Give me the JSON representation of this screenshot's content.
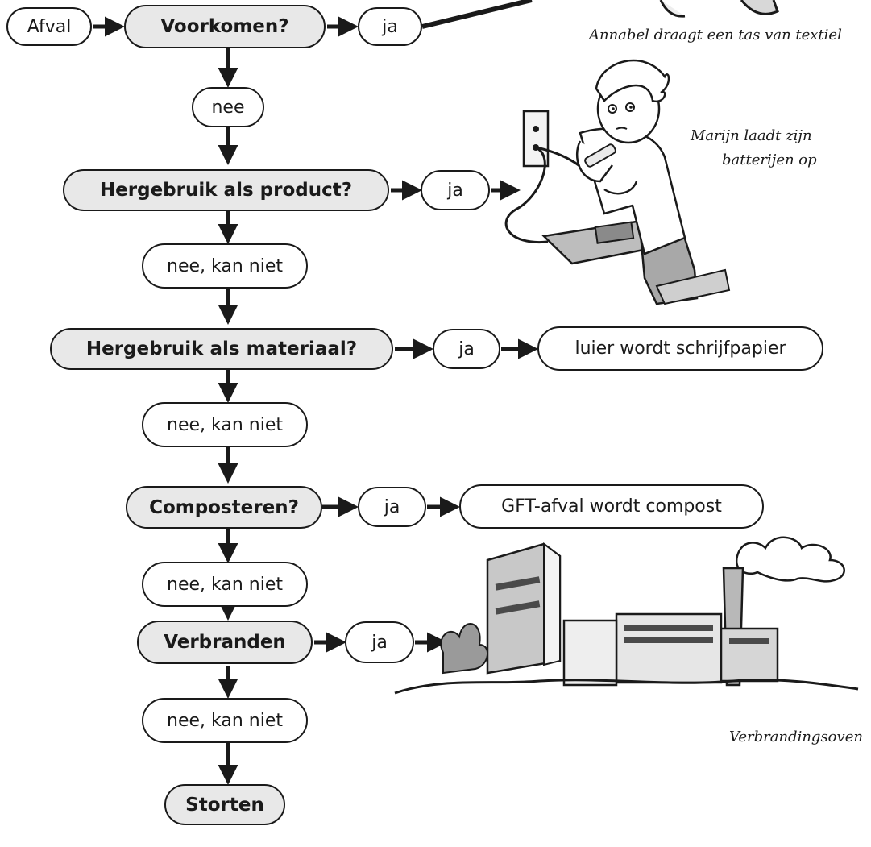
{
  "start": "Afval",
  "questions": {
    "q1": "Voorkomen?",
    "q2": "Hergebruik als product?",
    "q3": "Hergebruik als materiaal?",
    "q4": "Composteren?",
    "q5": "Verbranden",
    "end": "Storten"
  },
  "yes_label": "ja",
  "no_first": "nee",
  "no_label": "nee, kan niet",
  "results": {
    "materiaal": "luier wordt schrijfpapier",
    "composteren": "GFT-afval wordt compost"
  },
  "captions": {
    "tas": "Annabel draagt een tas van textiel",
    "batterijen_line1": "Marijn laadt zijn",
    "batterijen_line2": "batterijen op",
    "oven": "Verbrandingsoven"
  }
}
